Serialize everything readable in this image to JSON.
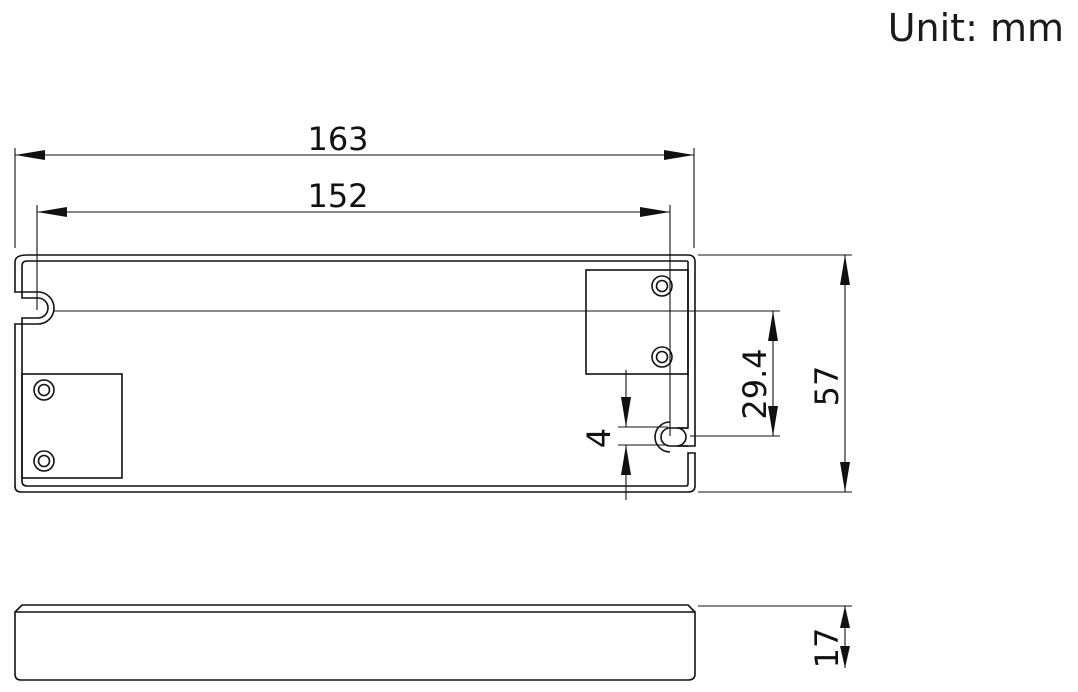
{
  "unit_label": "Unit: mm",
  "dimensions": {
    "overall_length": "163",
    "hole_spacing": "152",
    "height": "57",
    "hole_offset": "29.4",
    "slot_width": "4",
    "thickness": "17"
  }
}
